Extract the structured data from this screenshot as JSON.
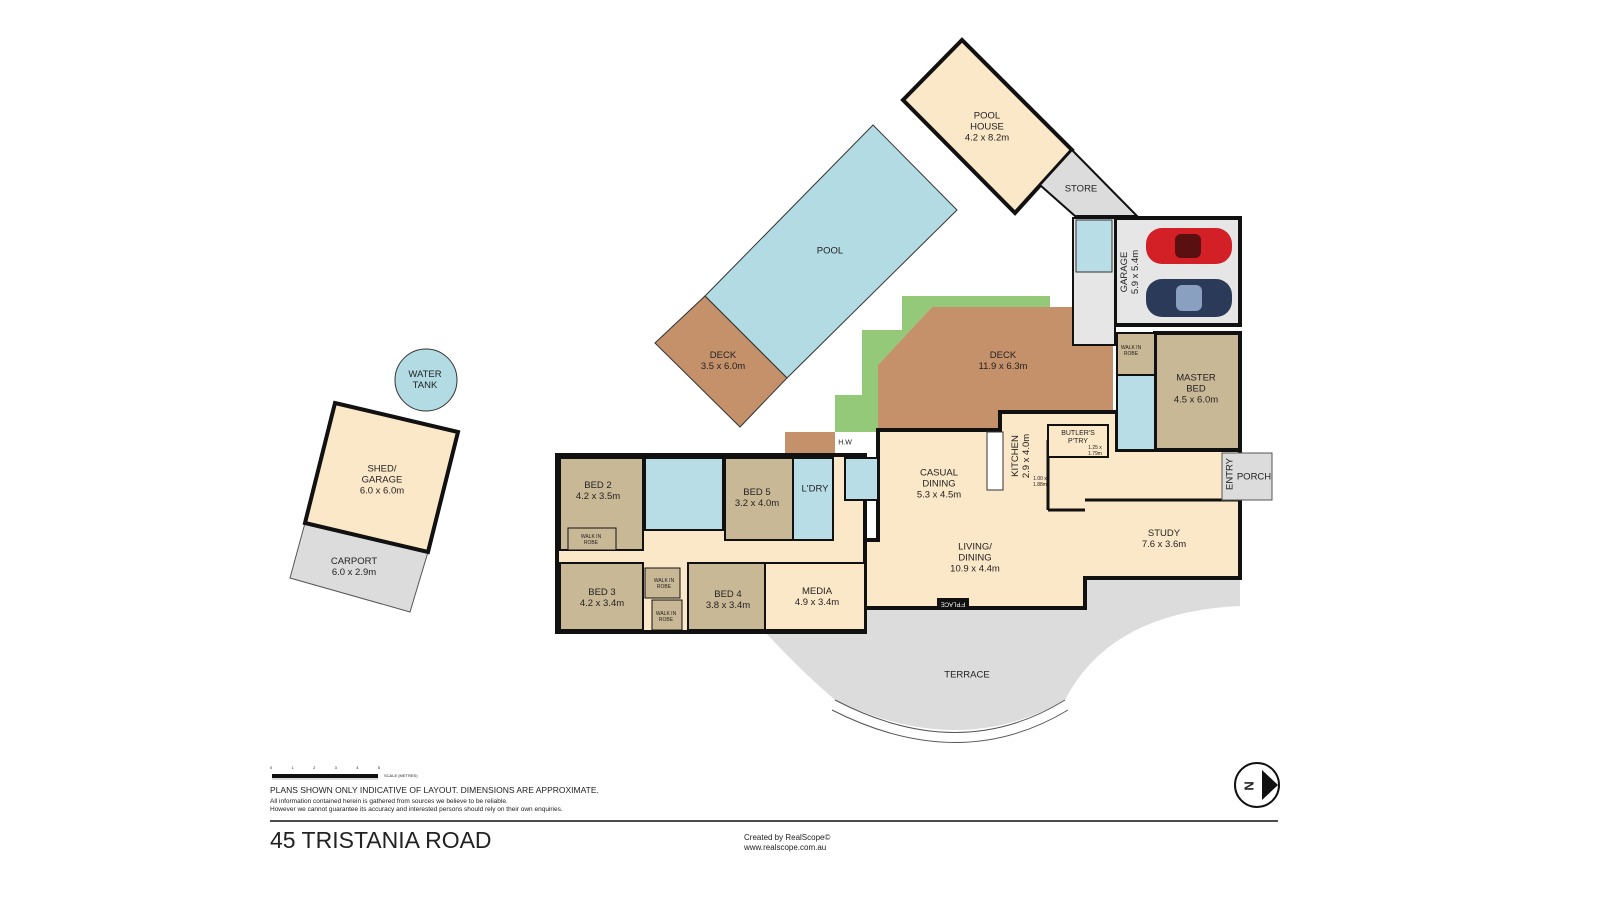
{
  "rooms": {
    "pool_house": {
      "name": "POOL HOUSE",
      "size": "4.2 x 8.2m"
    },
    "store": {
      "name": "STORE"
    },
    "pool": {
      "name": "POOL"
    },
    "deck_small": {
      "name": "DECK",
      "size": "3.5 x 6.0m"
    },
    "deck_large": {
      "name": "DECK",
      "size": "11.9 x 6.3m"
    },
    "garage": {
      "name": "GARAGE",
      "size": "5.9 x 5.4m"
    },
    "water_tank": {
      "name": "WATER TANK"
    },
    "shed": {
      "name": "SHED/ GARAGE",
      "size": "6.0 x 6.0m"
    },
    "carport": {
      "name": "CARPORT",
      "size": "6.0 x 2.9m"
    },
    "master_bed": {
      "name": "MASTER BED",
      "size": "4.5 x 6.0m"
    },
    "walk_in_robe_master": {
      "name": "WALK IN ROBE"
    },
    "butlers_pantry": {
      "name": "BUTLER'S P'TRY",
      "size": "1.25 x 1.79m"
    },
    "kitchen": {
      "name": "KITCHEN",
      "size": "2.9 x 4.0m"
    },
    "pantry_small": {
      "size": "1.00 x 1.88m"
    },
    "casual_dining": {
      "name": "CASUAL DINING",
      "size": "5.3 x 4.5m"
    },
    "living_dining": {
      "name": "LIVING/ DINING",
      "size": "10.9 x 4.4m"
    },
    "fireplace": {
      "name": "F'PLACE"
    },
    "entry": {
      "name": "ENTRY"
    },
    "porch": {
      "name": "PORCH"
    },
    "study": {
      "name": "STUDY",
      "size": "7.6 x 3.6m"
    },
    "hw": {
      "name": "H.W"
    },
    "bed2": {
      "name": "BED 2",
      "size": "4.2 x 3.5m"
    },
    "bed3": {
      "name": "BED 3",
      "size": "4.2 x 3.4m"
    },
    "bed4": {
      "name": "BED 4",
      "size": "3.8 x 3.4m"
    },
    "bed5": {
      "name": "BED 5",
      "size": "3.2 x 4.0m"
    },
    "laundry": {
      "name": "L'DRY"
    },
    "media": {
      "name": "MEDIA",
      "size": "4.9 x 3.4m"
    },
    "walk_in_robe_1": {
      "name": "WALK IN ROBE"
    },
    "walk_in_robe_2": {
      "name": "WALK IN ROBE"
    },
    "walk_in_robe_3": {
      "name": "WALK IN ROBE"
    },
    "terrace": {
      "name": "TERRACE"
    }
  },
  "scale": {
    "ticks": [
      "0",
      "1",
      "2",
      "3",
      "4",
      "5"
    ],
    "label": "SCALE (METRES)"
  },
  "disclaimer": {
    "line1": "PLANS SHOWN ONLY INDICATIVE OF LAYOUT.  DIMENSIONS ARE APPROXIMATE.",
    "line2": "All information contained herein is gathered from sources we believe to be reliable.",
    "line3": "However we cannot guarantee its accuracy and interested persons should rely on their own enquiries."
  },
  "title": "45 TRISTANIA ROAD",
  "credit": {
    "line1": "Created by RealScope©",
    "line2": "www.realscope.com.au"
  },
  "compass": {
    "label": "N"
  },
  "colors": {
    "bed": "#c9b896",
    "living": "#fbe8c8",
    "wet": "#b8dde6",
    "pool": "#b3dbe3",
    "deck": "#c4916a",
    "lawn": "#95c97a",
    "grey": "#dcdcdc",
    "wall": "#111111",
    "car_red": "#d31f26",
    "car_blue": "#2c3a5a"
  }
}
